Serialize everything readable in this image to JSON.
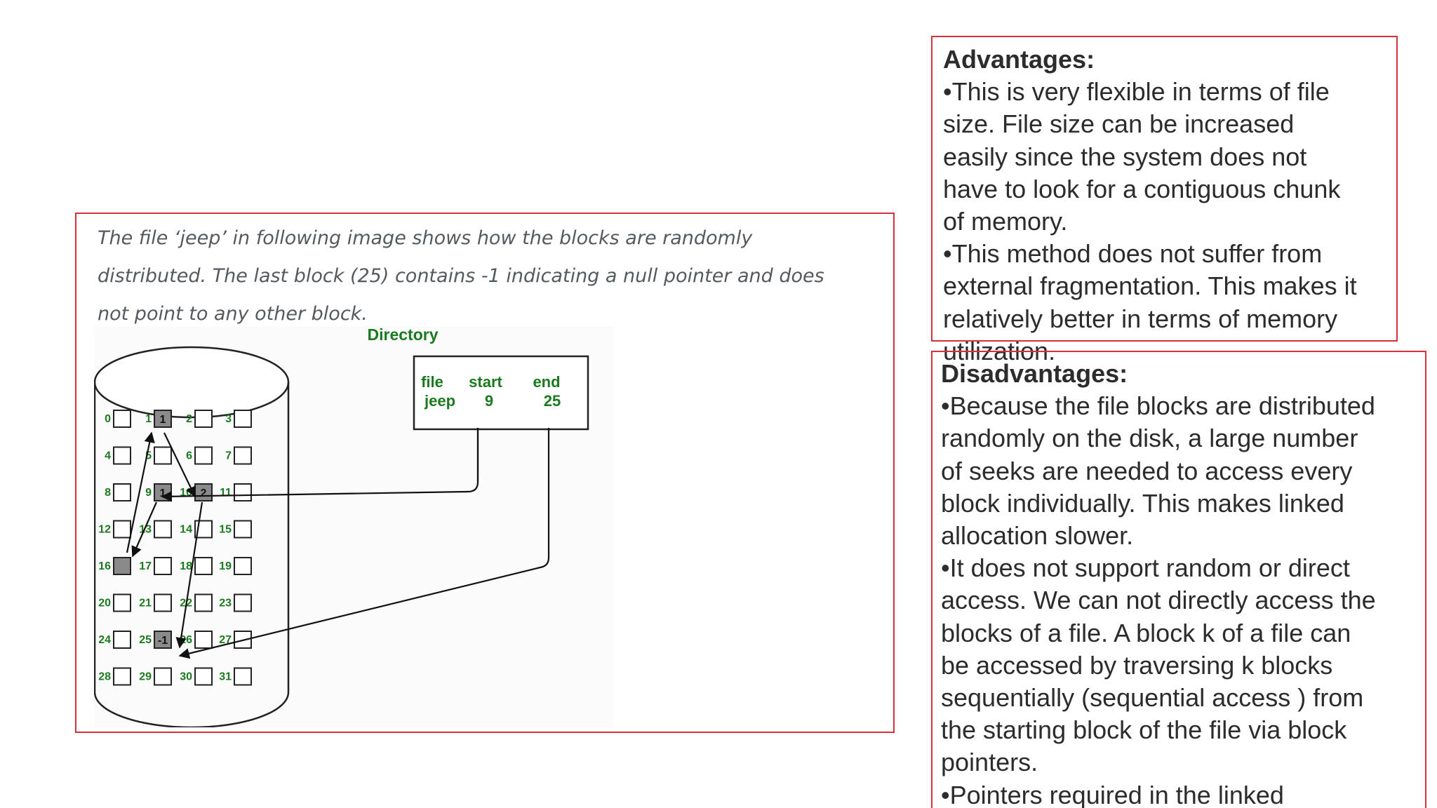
{
  "figure": {
    "caption_lines": [
      "The file ‘jeep’ in following image shows how the blocks are randomly",
      "distributed. The last block (25) contains -1 indicating a null pointer and does",
      "not point to any other block."
    ],
    "directory": {
      "title": "Directory",
      "headers": [
        "file",
        "start",
        "end"
      ],
      "row": [
        "jeep",
        "9",
        "25"
      ]
    },
    "block_labels": [
      "0",
      "1",
      "2",
      "3",
      "4",
      "5",
      "6",
      "7",
      "8",
      "9",
      "10",
      "11",
      "12",
      "13",
      "14",
      "15",
      "16",
      "17",
      "18",
      "19",
      "20",
      "21",
      "22",
      "23",
      "24",
      "25",
      "26",
      "27",
      "28",
      "29",
      "30",
      "31"
    ],
    "block_values": {
      "1": "1",
      "9": "1",
      "10": "2",
      "16": "",
      "25": "-1"
    },
    "colors": {
      "label_green": "#1b7a1f",
      "frame_red": "#d6303a",
      "used_block": "#8a8a8a"
    }
  },
  "advantages": {
    "heading": "Advantages:",
    "lines": [
      "•This is very flexible in terms of file",
      "size. File size can be increased",
      "easily since the system does not",
      "have to look for a contiguous chunk",
      "of memory.",
      "•This method does not suffer from",
      "external fragmentation. This makes it",
      "relatively better in terms of memory",
      "utilization."
    ]
  },
  "disadvantages": {
    "heading": "Disadvantages:",
    "lines": [
      "•Because the file blocks are distributed",
      "randomly on the disk, a large number",
      "of seeks are needed to access every",
      "block individually. This makes linked",
      "allocation slower.",
      "•It does not support random or direct",
      "access. We can not directly access the",
      "blocks of a file. A block k of a file can",
      "be accessed by traversing k blocks",
      "sequentially (sequential access ) from",
      "the starting block of the file via block",
      "pointers.",
      "•Pointers required in the linked"
    ]
  }
}
